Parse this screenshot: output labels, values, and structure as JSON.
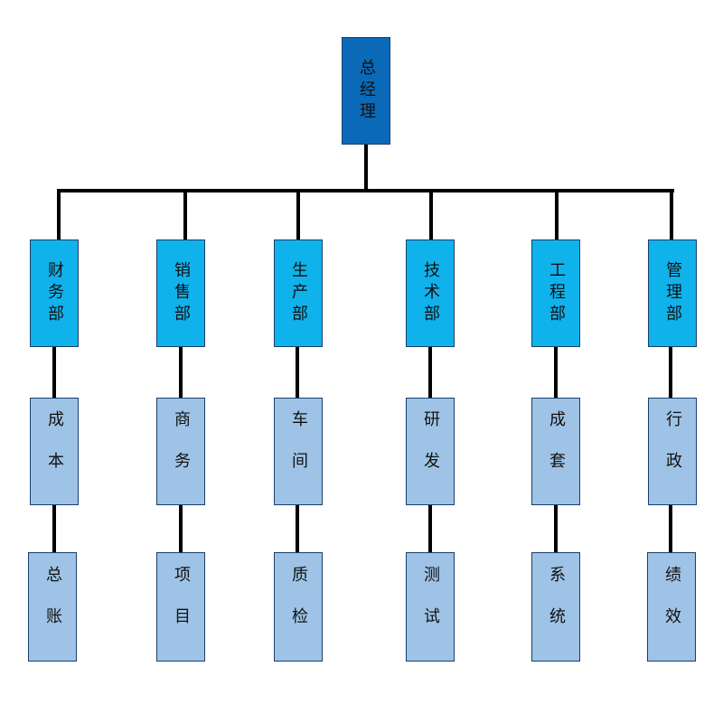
{
  "colors": {
    "root_fill": "#0a6ab8",
    "dept_fill": "#10b2ec",
    "sub_fill": "#9ec3e6",
    "line": "#000000"
  },
  "root": {
    "label": "总经理"
  },
  "departments": [
    {
      "label": "财务部",
      "children": [
        "成本",
        "总账"
      ]
    },
    {
      "label": "销售部",
      "children": [
        "商务",
        "项目"
      ]
    },
    {
      "label": "生产部",
      "children": [
        "车间",
        "质检"
      ]
    },
    {
      "label": "技术部",
      "children": [
        "研发",
        "测试"
      ]
    },
    {
      "label": "工程部",
      "children": [
        "成套",
        "系统"
      ]
    },
    {
      "label": "管理部",
      "children": [
        "行政",
        "绩效"
      ]
    }
  ]
}
